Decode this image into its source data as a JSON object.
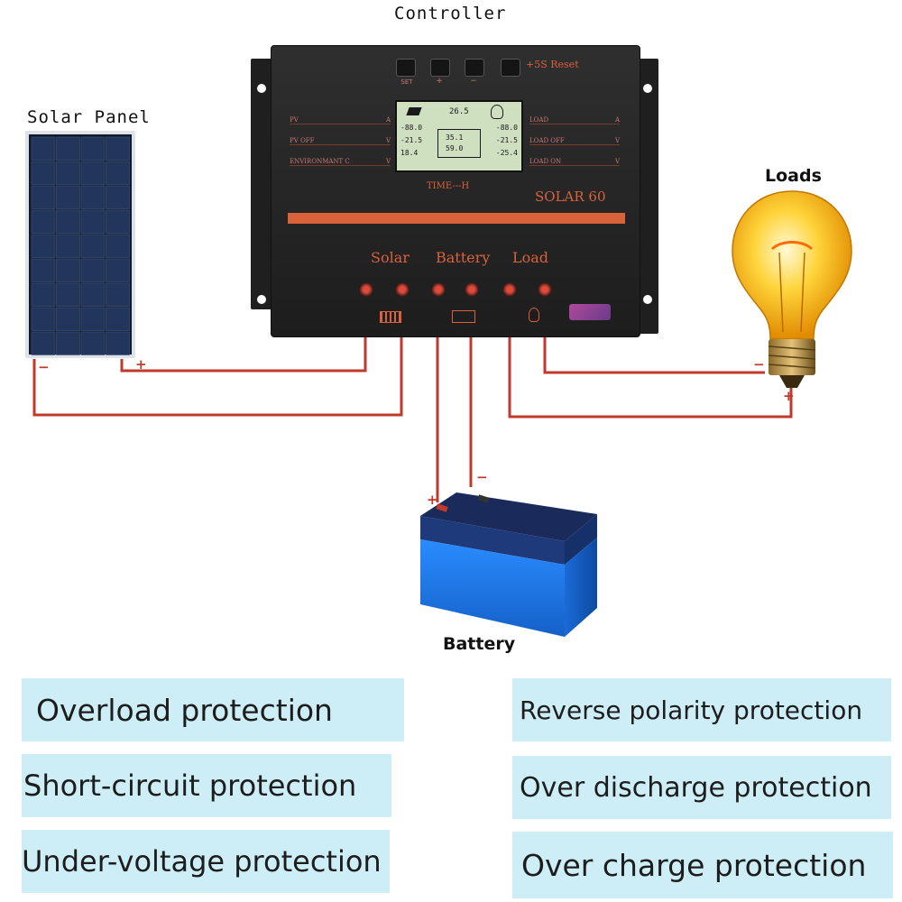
{
  "labels": {
    "controller": "Controller",
    "solar_panel": "Solar Panel",
    "loads": "Loads",
    "battery": "Battery"
  },
  "controller_panel": {
    "model": "SOLAR 60",
    "time": "TIME---H",
    "reset": "+5S Reset",
    "terminal_solar": "Solar",
    "terminal_battery": "Battery",
    "terminal_load": "Load",
    "left_labels": [
      "PV",
      "PV OFF",
      "ENVIRONMANT C"
    ],
    "left_units": [
      "A",
      "V",
      "V"
    ],
    "right_labels": [
      "LOAD",
      "LOAD OFF",
      "LOAD ON"
    ],
    "right_units": [
      "A",
      "V",
      "V"
    ],
    "button_labels": [
      "SET",
      "+",
      "−",
      ""
    ],
    "lcd": {
      "top": "26.5",
      "left1": "-88.0",
      "left2": "-21.5",
      "left3": "18.4",
      "right1": "-88.0",
      "right2": "-21.5",
      "right3": "-25.4",
      "center1": "35.1",
      "center2": "59.0"
    }
  },
  "features_left": [
    "Overload protection",
    "Short-circuit protection",
    "Under-voltage protection"
  ],
  "features_right": [
    "Reverse polarity protection",
    "Over discharge protection",
    "Over charge protection"
  ],
  "colors": {
    "wire": "#c0392b",
    "controller_body": "#2b2b2b",
    "accent_bar": "#d9623b",
    "lcd": "#cfe0c0",
    "feature_bg": "#cdeef6",
    "battery_blue": "#1f7ae0"
  }
}
